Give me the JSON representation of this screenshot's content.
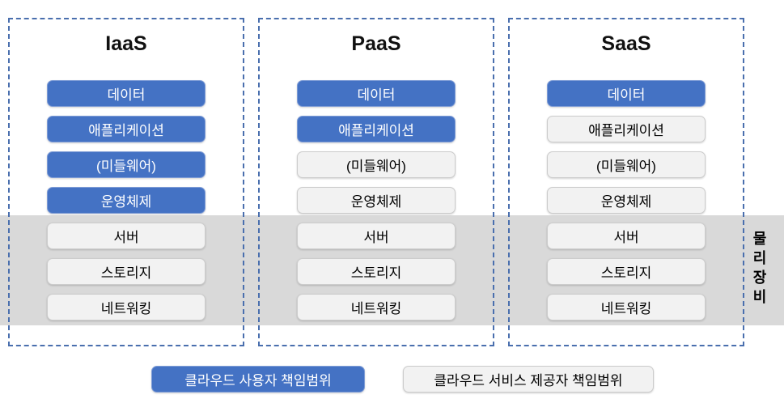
{
  "colors": {
    "user_fill": "#4472C4",
    "user_border": "#7E9CD6",
    "user_text": "#FFFFFF",
    "provider_fill": "#F2F2F2",
    "provider_border": "#CCCCCC",
    "provider_text": "#000000",
    "band_fill": "#D9D9D9",
    "dashed_border": "#4A6FAE",
    "title_text": "#111111"
  },
  "band_label": "물리장비",
  "columns": [
    {
      "title": "IaaS",
      "layers": [
        {
          "label": "데이터",
          "owner": "user"
        },
        {
          "label": "애플리케이션",
          "owner": "user"
        },
        {
          "label": "(미들웨어)",
          "owner": "user"
        },
        {
          "label": "운영체제",
          "owner": "user"
        },
        {
          "label": "서버",
          "owner": "provider"
        },
        {
          "label": "스토리지",
          "owner": "provider"
        },
        {
          "label": "네트워킹",
          "owner": "provider"
        }
      ]
    },
    {
      "title": "PaaS",
      "layers": [
        {
          "label": "데이터",
          "owner": "user"
        },
        {
          "label": "애플리케이션",
          "owner": "user"
        },
        {
          "label": "(미들웨어)",
          "owner": "provider"
        },
        {
          "label": "운영체제",
          "owner": "provider"
        },
        {
          "label": "서버",
          "owner": "provider"
        },
        {
          "label": "스토리지",
          "owner": "provider"
        },
        {
          "label": "네트워킹",
          "owner": "provider"
        }
      ]
    },
    {
      "title": "SaaS",
      "layers": [
        {
          "label": "데이터",
          "owner": "user"
        },
        {
          "label": "애플리케이션",
          "owner": "provider"
        },
        {
          "label": "(미들웨어)",
          "owner": "provider"
        },
        {
          "label": "운영체제",
          "owner": "provider"
        },
        {
          "label": "서버",
          "owner": "provider"
        },
        {
          "label": "스토리지",
          "owner": "provider"
        },
        {
          "label": "네트워킹",
          "owner": "provider"
        }
      ]
    }
  ],
  "legend": [
    {
      "label": "클라우드 사용자 책임범위",
      "type": "user"
    },
    {
      "label": "클라우드 서비스 제공자 책임범위",
      "type": "provider"
    }
  ]
}
